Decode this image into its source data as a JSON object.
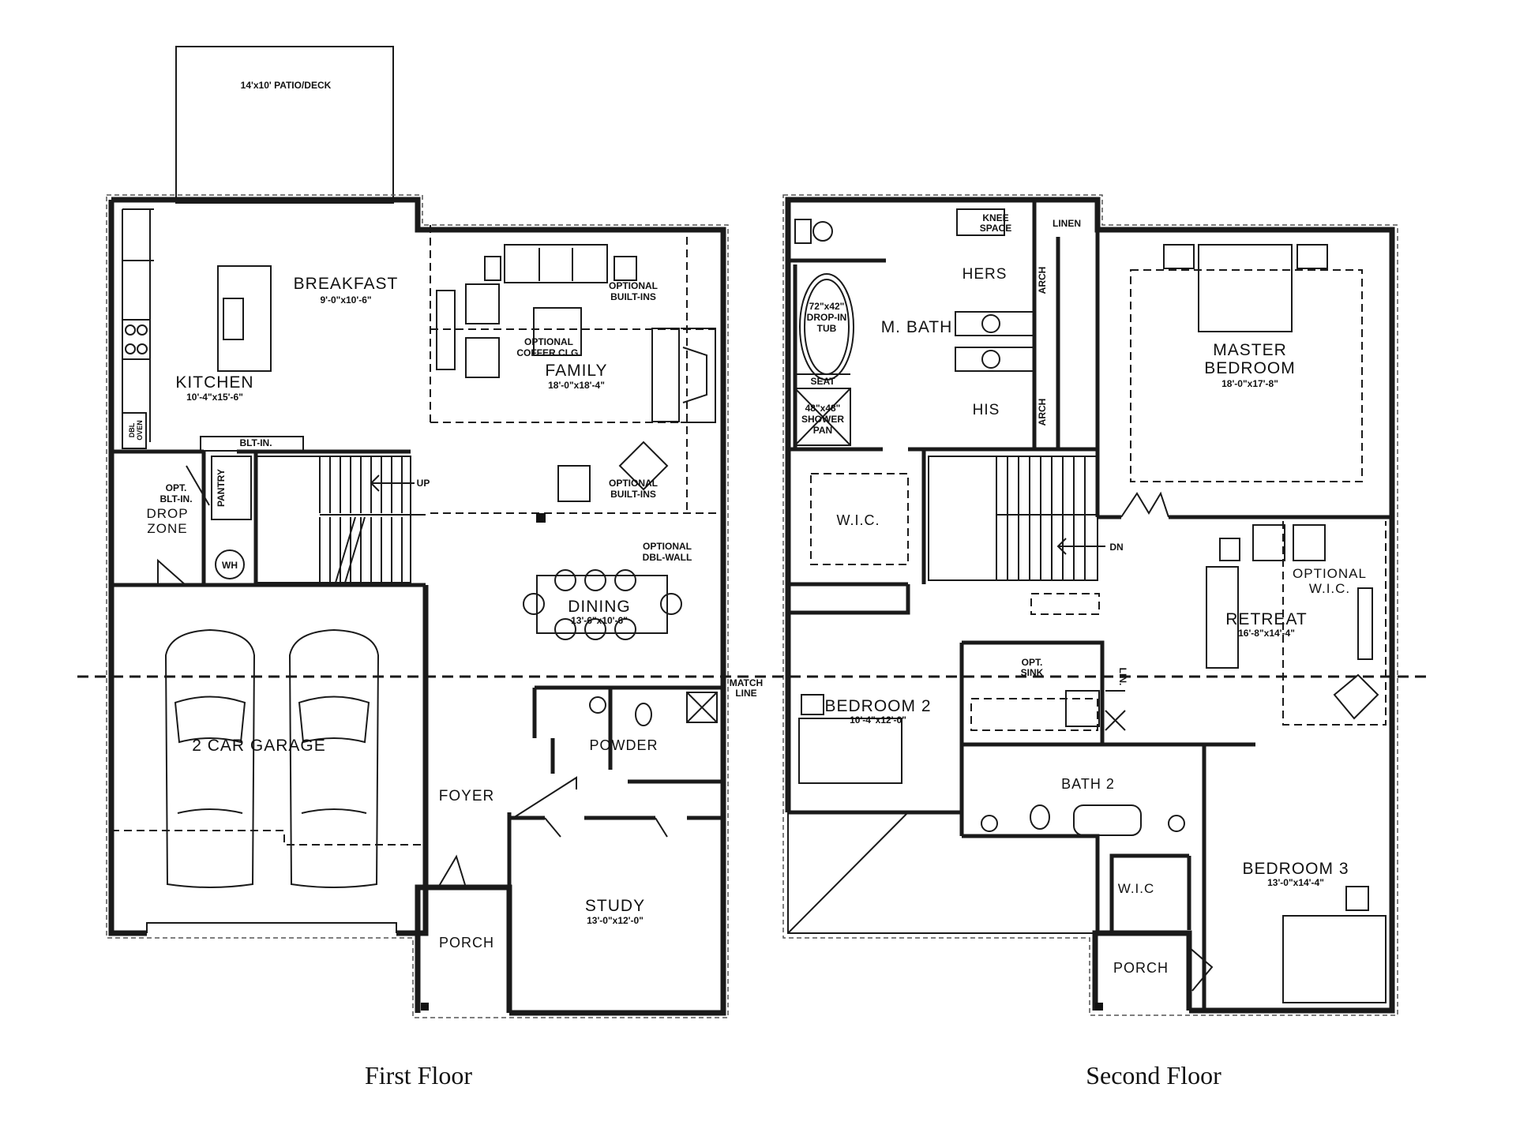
{
  "first_floor": {
    "title": "First Floor",
    "rooms": {
      "patio": "14'x10' PATIO/DECK",
      "breakfast": {
        "name": "BREAKFAST",
        "dims": "9'-0\"x10'-6\""
      },
      "kitchen": {
        "name": "KITCHEN",
        "dims": "10'-4\"x15'-6\""
      },
      "family": {
        "name": "FAMILY",
        "dims": "18'-0\"x18'-4\""
      },
      "dining": {
        "name": "DINING",
        "dims": "13'-6\"x10'-6\""
      },
      "garage": {
        "name": "2 CAR GARAGE"
      },
      "powder": {
        "name": "POWDER"
      },
      "foyer": {
        "name": "FOYER"
      },
      "study": {
        "name": "STUDY",
        "dims": "13'-0\"x12'-0\""
      },
      "porch": {
        "name": "PORCH"
      },
      "drop_zone": {
        "line1": "DROP",
        "line2": "ZONE"
      },
      "pantry": "PANTRY"
    },
    "notes": {
      "optional_built_ins_1": [
        "OPTIONAL",
        "BUILT-INS"
      ],
      "optional_built_ins_2": [
        "OPTIONAL",
        "BUILT-INS"
      ],
      "optional_coffer": [
        "OPTIONAL",
        "COFFER CLG."
      ],
      "optional_dbl_wall": [
        "OPTIONAL",
        "DBL-WALL"
      ],
      "opt_blt_in": [
        "OPT.",
        "BLT-IN."
      ],
      "blt_in": "BLT-IN.",
      "water_heater": "WH",
      "stairs_up": "UP",
      "dbl_oven": [
        "DBL",
        "OVEN"
      ],
      "match_line": [
        "MATCH",
        "LINE"
      ]
    }
  },
  "second_floor": {
    "title": "Second Floor",
    "rooms": {
      "master_bath": {
        "name": "M. BATH"
      },
      "hers": "HERS",
      "his": "HIS",
      "linen": "LINEN",
      "knee_space": [
        "KNEE",
        "SPACE"
      ],
      "tub": [
        "72\"x42\"",
        "DROP-IN",
        "TUB"
      ],
      "seat": "SEAT",
      "shower": [
        "48\"x48\"",
        "SHOWER",
        "PAN"
      ],
      "master_wic": "W.I.C.",
      "master_bedroom": {
        "line1": "MASTER",
        "line2": "BEDROOM",
        "dims": "18'-0\"x17'-8\""
      },
      "retreat": {
        "name": "RETREAT",
        "dims": "16'-8\"x14'-4\""
      },
      "optional_wic": [
        "OPTIONAL",
        "W.I.C."
      ],
      "bedroom2": {
        "name": "BEDROOM 2",
        "dims": "10'-4\"x12'-0\""
      },
      "bath2": "BATH 2",
      "bedroom3": {
        "name": "BEDROOM 3",
        "dims": "13'-0\"x14'-4\""
      },
      "wic3": "W.I.C",
      "porch": "PORCH",
      "opt_sink": [
        "OPT.",
        "SINK"
      ],
      "lin": "LIN.",
      "arch": "ARCH",
      "stairs_down": "DN"
    }
  }
}
